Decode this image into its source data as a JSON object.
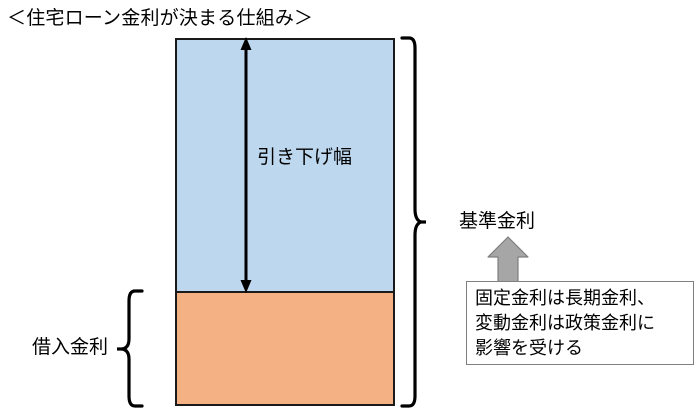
{
  "diagram": {
    "title": "＜住宅ローン金利が決まる仕組み＞",
    "bar": {
      "top_segment": {
        "name": "引き下げ幅",
        "color": "#bdd7ee"
      },
      "bottom_segment": {
        "name": "借入金利",
        "color": "#f4b183"
      }
    },
    "dimension_label": "引き下げ幅",
    "right_brace_label": "基準金利",
    "left_brace_label": "借入金利",
    "callout": {
      "lines": [
        "固定金利は長期金利、",
        "変動金利は政策金利に",
        "影響を受ける"
      ],
      "border_color": "#7f7f7f",
      "arrow_color": "#a6a6a6"
    }
  }
}
